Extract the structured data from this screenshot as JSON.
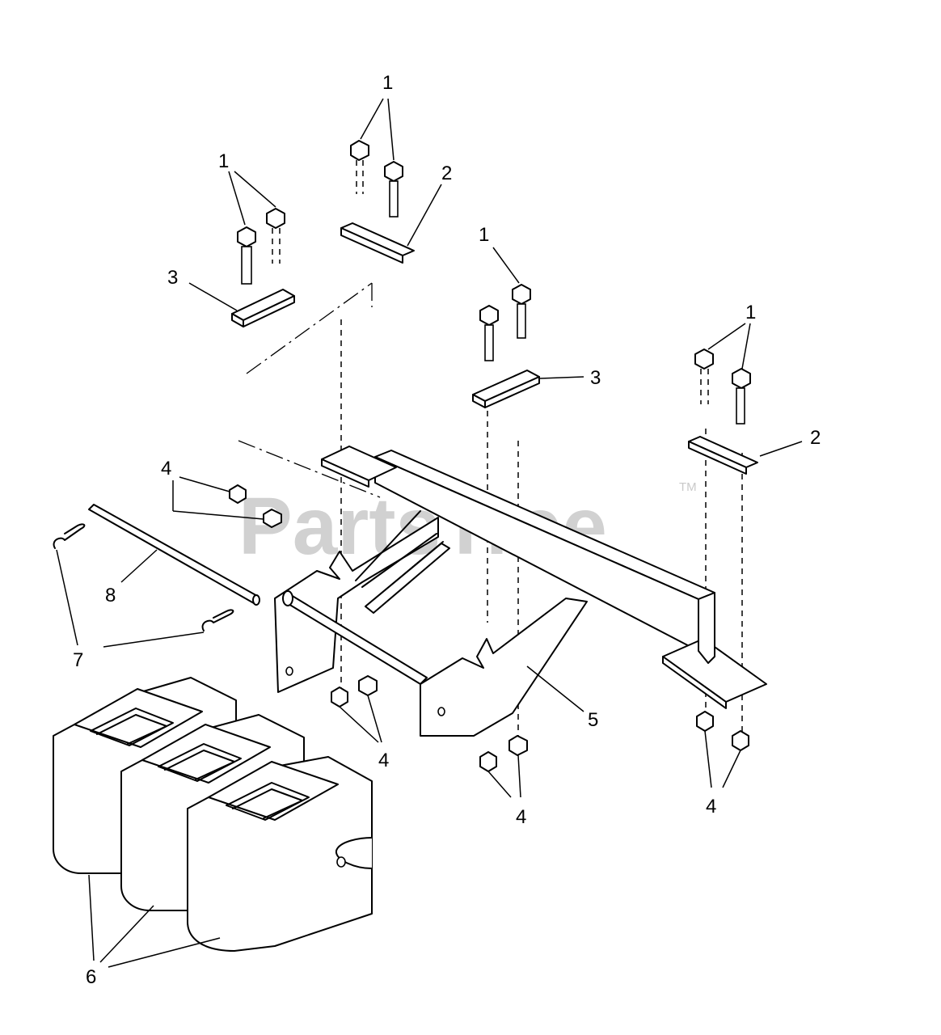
{
  "watermark": {
    "brand": "PartsTree",
    "trademark": "TM"
  },
  "callouts": [
    {
      "id": "c1a",
      "label": "1"
    },
    {
      "id": "c1b",
      "label": "1"
    },
    {
      "id": "c1c",
      "label": "1"
    },
    {
      "id": "c1d",
      "label": "1"
    },
    {
      "id": "c2a",
      "label": "2"
    },
    {
      "id": "c2b",
      "label": "2"
    },
    {
      "id": "c3a",
      "label": "3"
    },
    {
      "id": "c3b",
      "label": "3"
    },
    {
      "id": "c4a",
      "label": "4"
    },
    {
      "id": "c4b",
      "label": "4"
    },
    {
      "id": "c4c",
      "label": "4"
    },
    {
      "id": "c4d",
      "label": "4"
    },
    {
      "id": "c5",
      "label": "5"
    },
    {
      "id": "c6",
      "label": "6"
    },
    {
      "id": "c7",
      "label": "7"
    },
    {
      "id": "c8",
      "label": "8"
    }
  ]
}
